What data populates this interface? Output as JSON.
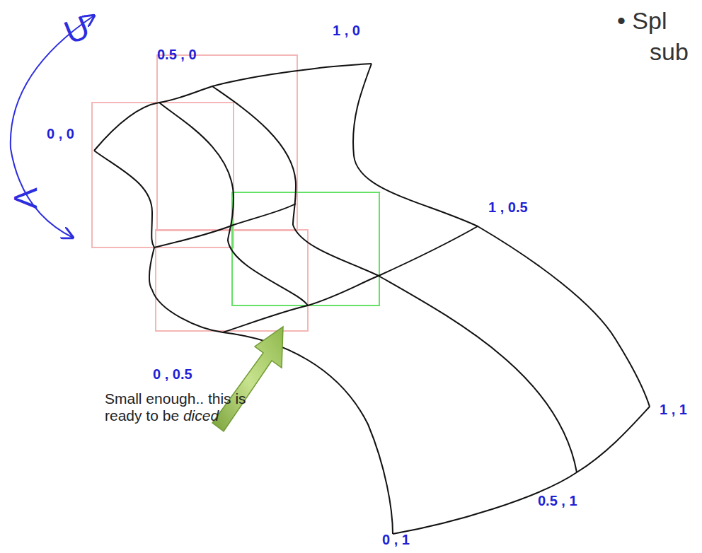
{
  "diagram": {
    "labels": [
      "U",
      "V",
      "0 , 0",
      "0.5 , 0",
      "1 , 0",
      "1 , 0.5",
      "1 , 1",
      "0.5 , 1",
      "0 , 1",
      "0 , 0.5",
      "Small enough.. this is ready to be diced",
      "• Spl",
      "sub"
    ]
  }
}
